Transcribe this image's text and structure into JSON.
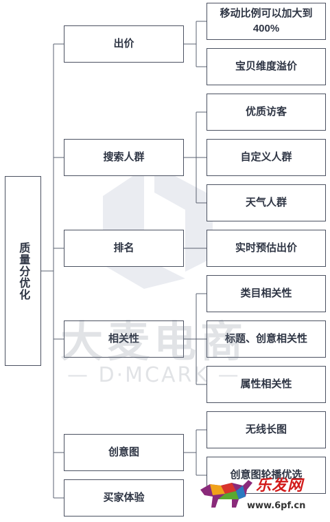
{
  "root": {
    "label": "质量分优化"
  },
  "branches": [
    {
      "label": "出价",
      "children": [
        "移动比例可以加大到400%",
        "宝贝维度溢价"
      ]
    },
    {
      "label": "搜索人群",
      "children": [
        "优质访客",
        "自定义人群",
        "天气人群"
      ]
    },
    {
      "label": "排名",
      "children": [
        "实时预估出价"
      ]
    },
    {
      "label": "相关性",
      "children": [
        "类目相关性",
        "标题、创意相关性",
        "属性相关性"
      ]
    },
    {
      "label": "创意图",
      "children": [
        "无线长图",
        "创意图轮播优选"
      ]
    },
    {
      "label": "买家体验",
      "children": []
    }
  ],
  "watermark": {
    "cn": "大麦电商",
    "en": "— D·MCARK —"
  },
  "site": {
    "name": "乐发网",
    "url": "www.6pf.cn"
  },
  "colors": {
    "border": "#4a5060",
    "text": "#2e3544",
    "site_red": "#d21a1a"
  }
}
